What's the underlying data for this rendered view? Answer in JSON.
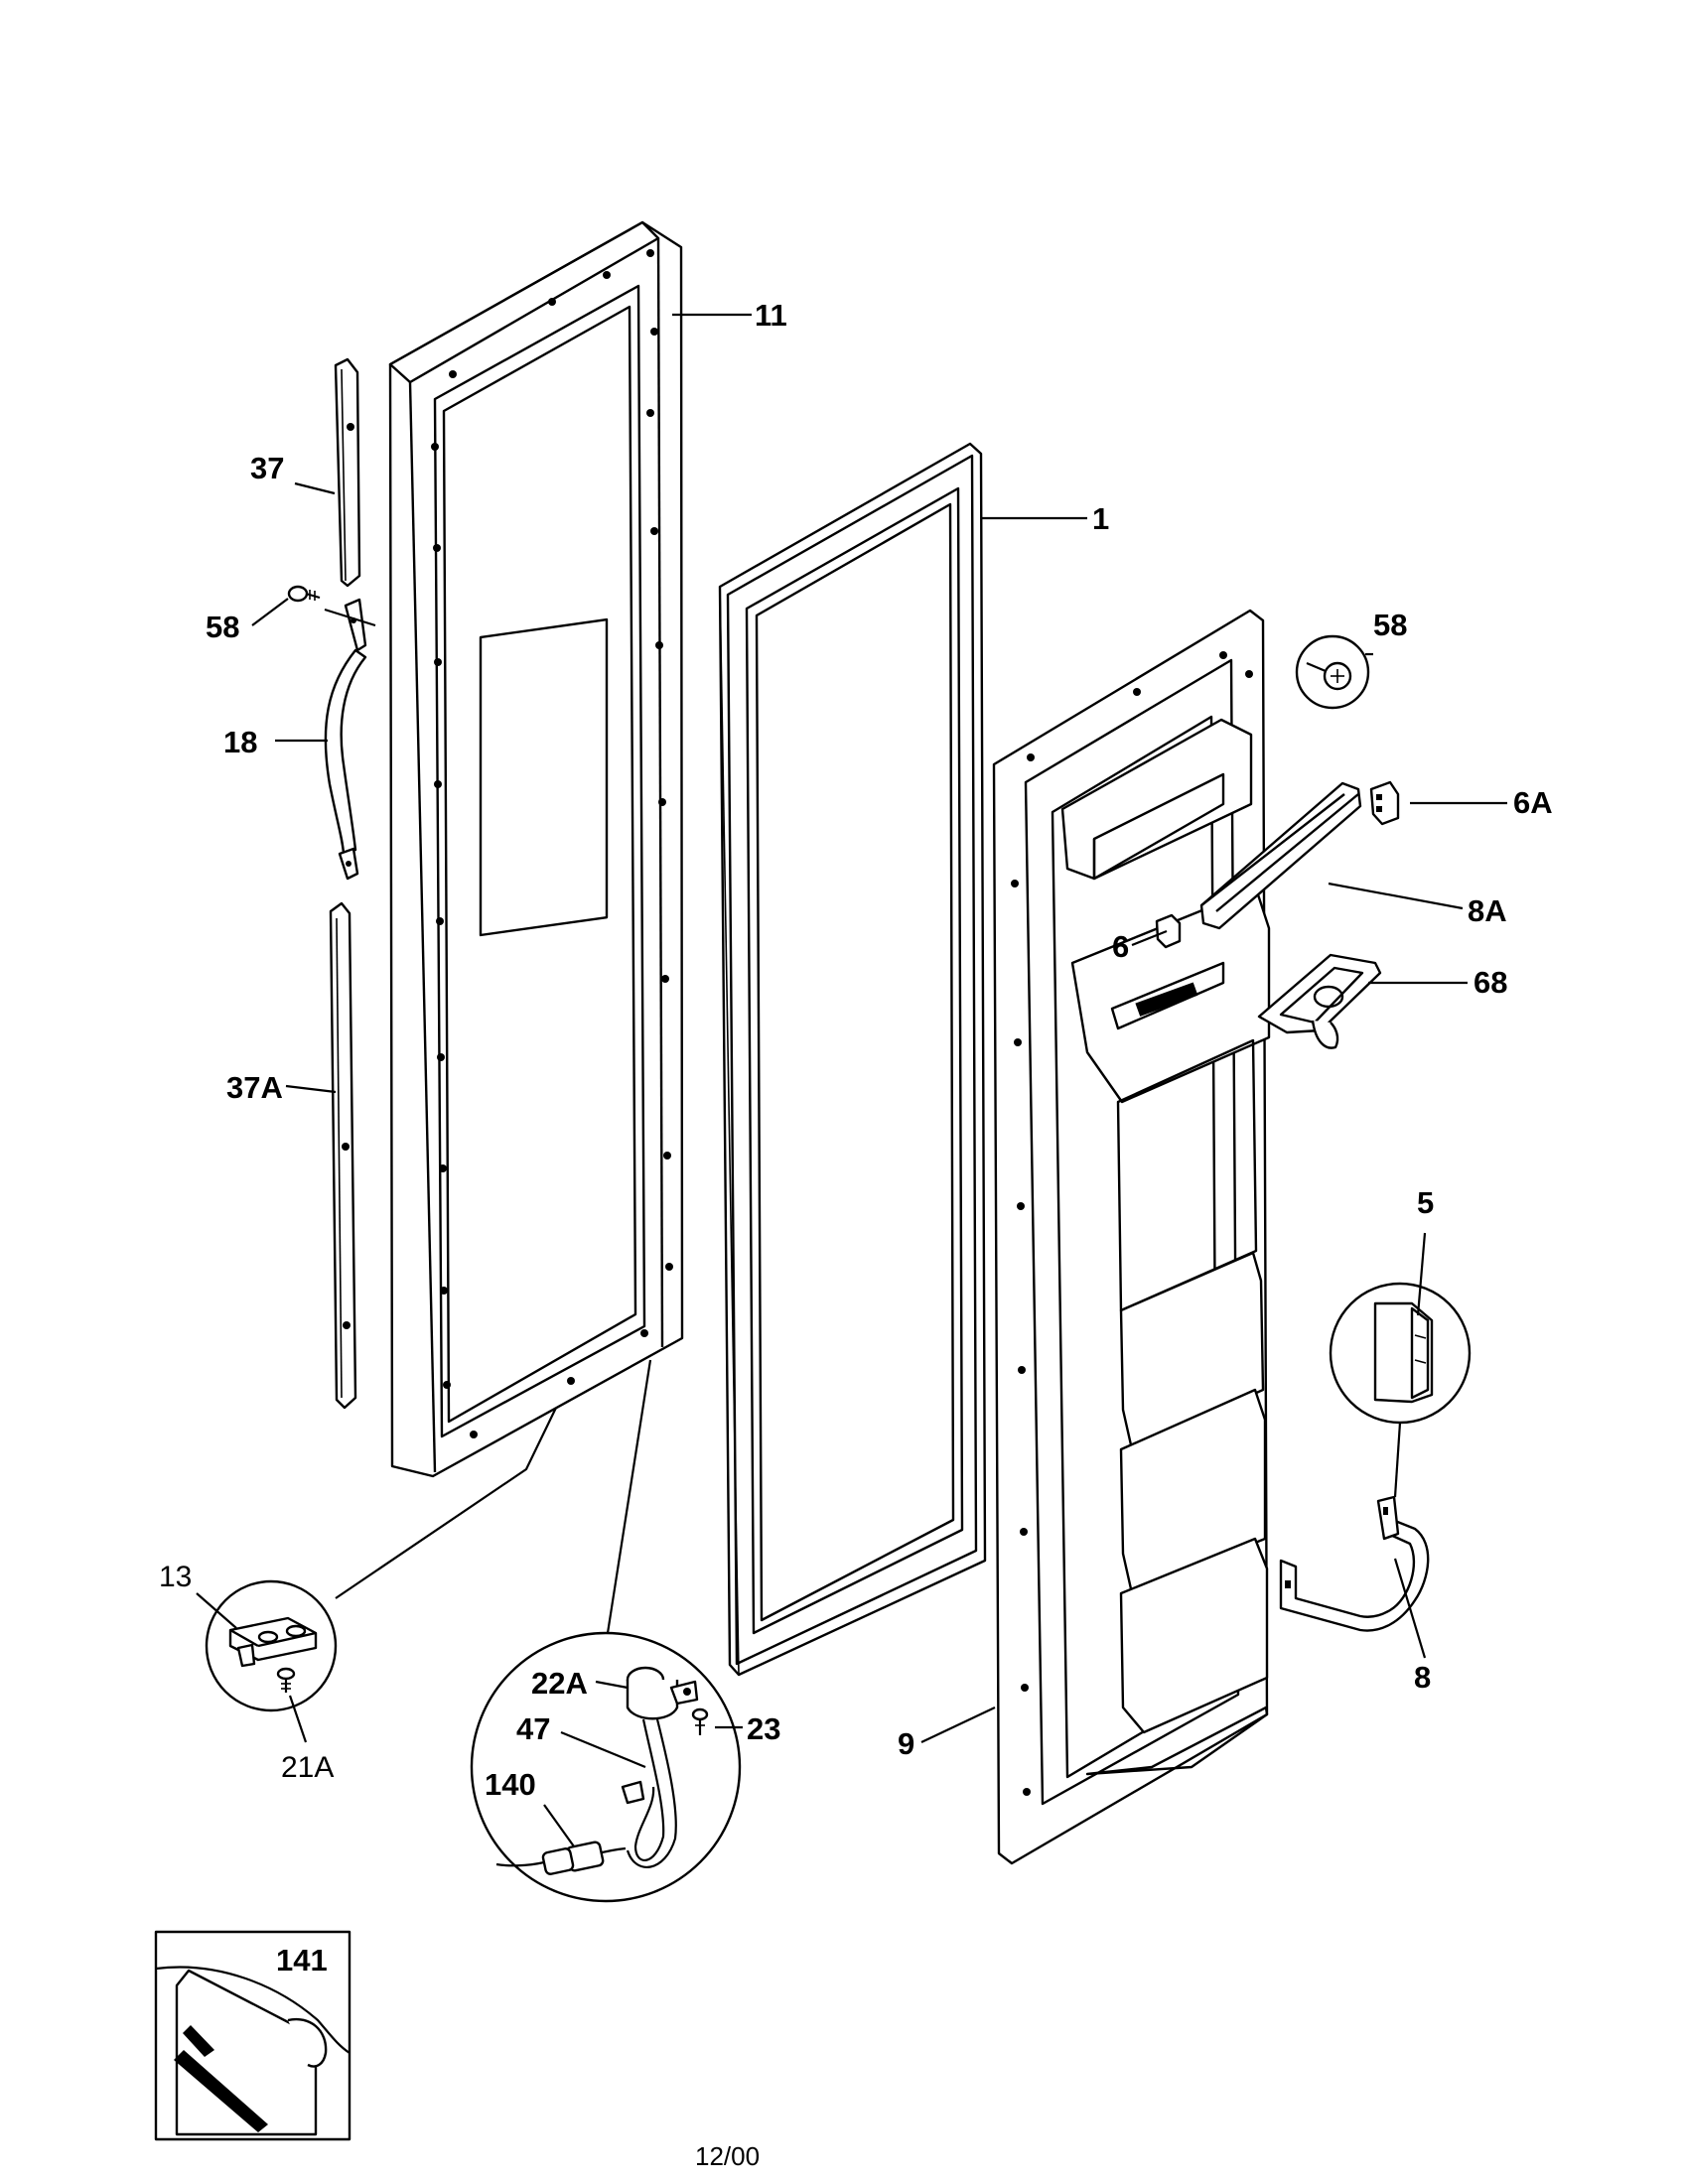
{
  "callouts": {
    "c11": "11",
    "c1": "1",
    "c37": "37",
    "c58_left": "58",
    "c18": "18",
    "c37A": "37A",
    "c58_right": "58",
    "c6A": "6A",
    "c8A": "8A",
    "c6": "6",
    "c68": "68",
    "c5": "5",
    "c13": "13",
    "c21A": "21A",
    "c22A": "22A",
    "c47": "47",
    "c23": "23",
    "c140": "140",
    "c9": "9",
    "c8": "8",
    "c141": "141"
  },
  "footer": {
    "date": "12/00"
  }
}
